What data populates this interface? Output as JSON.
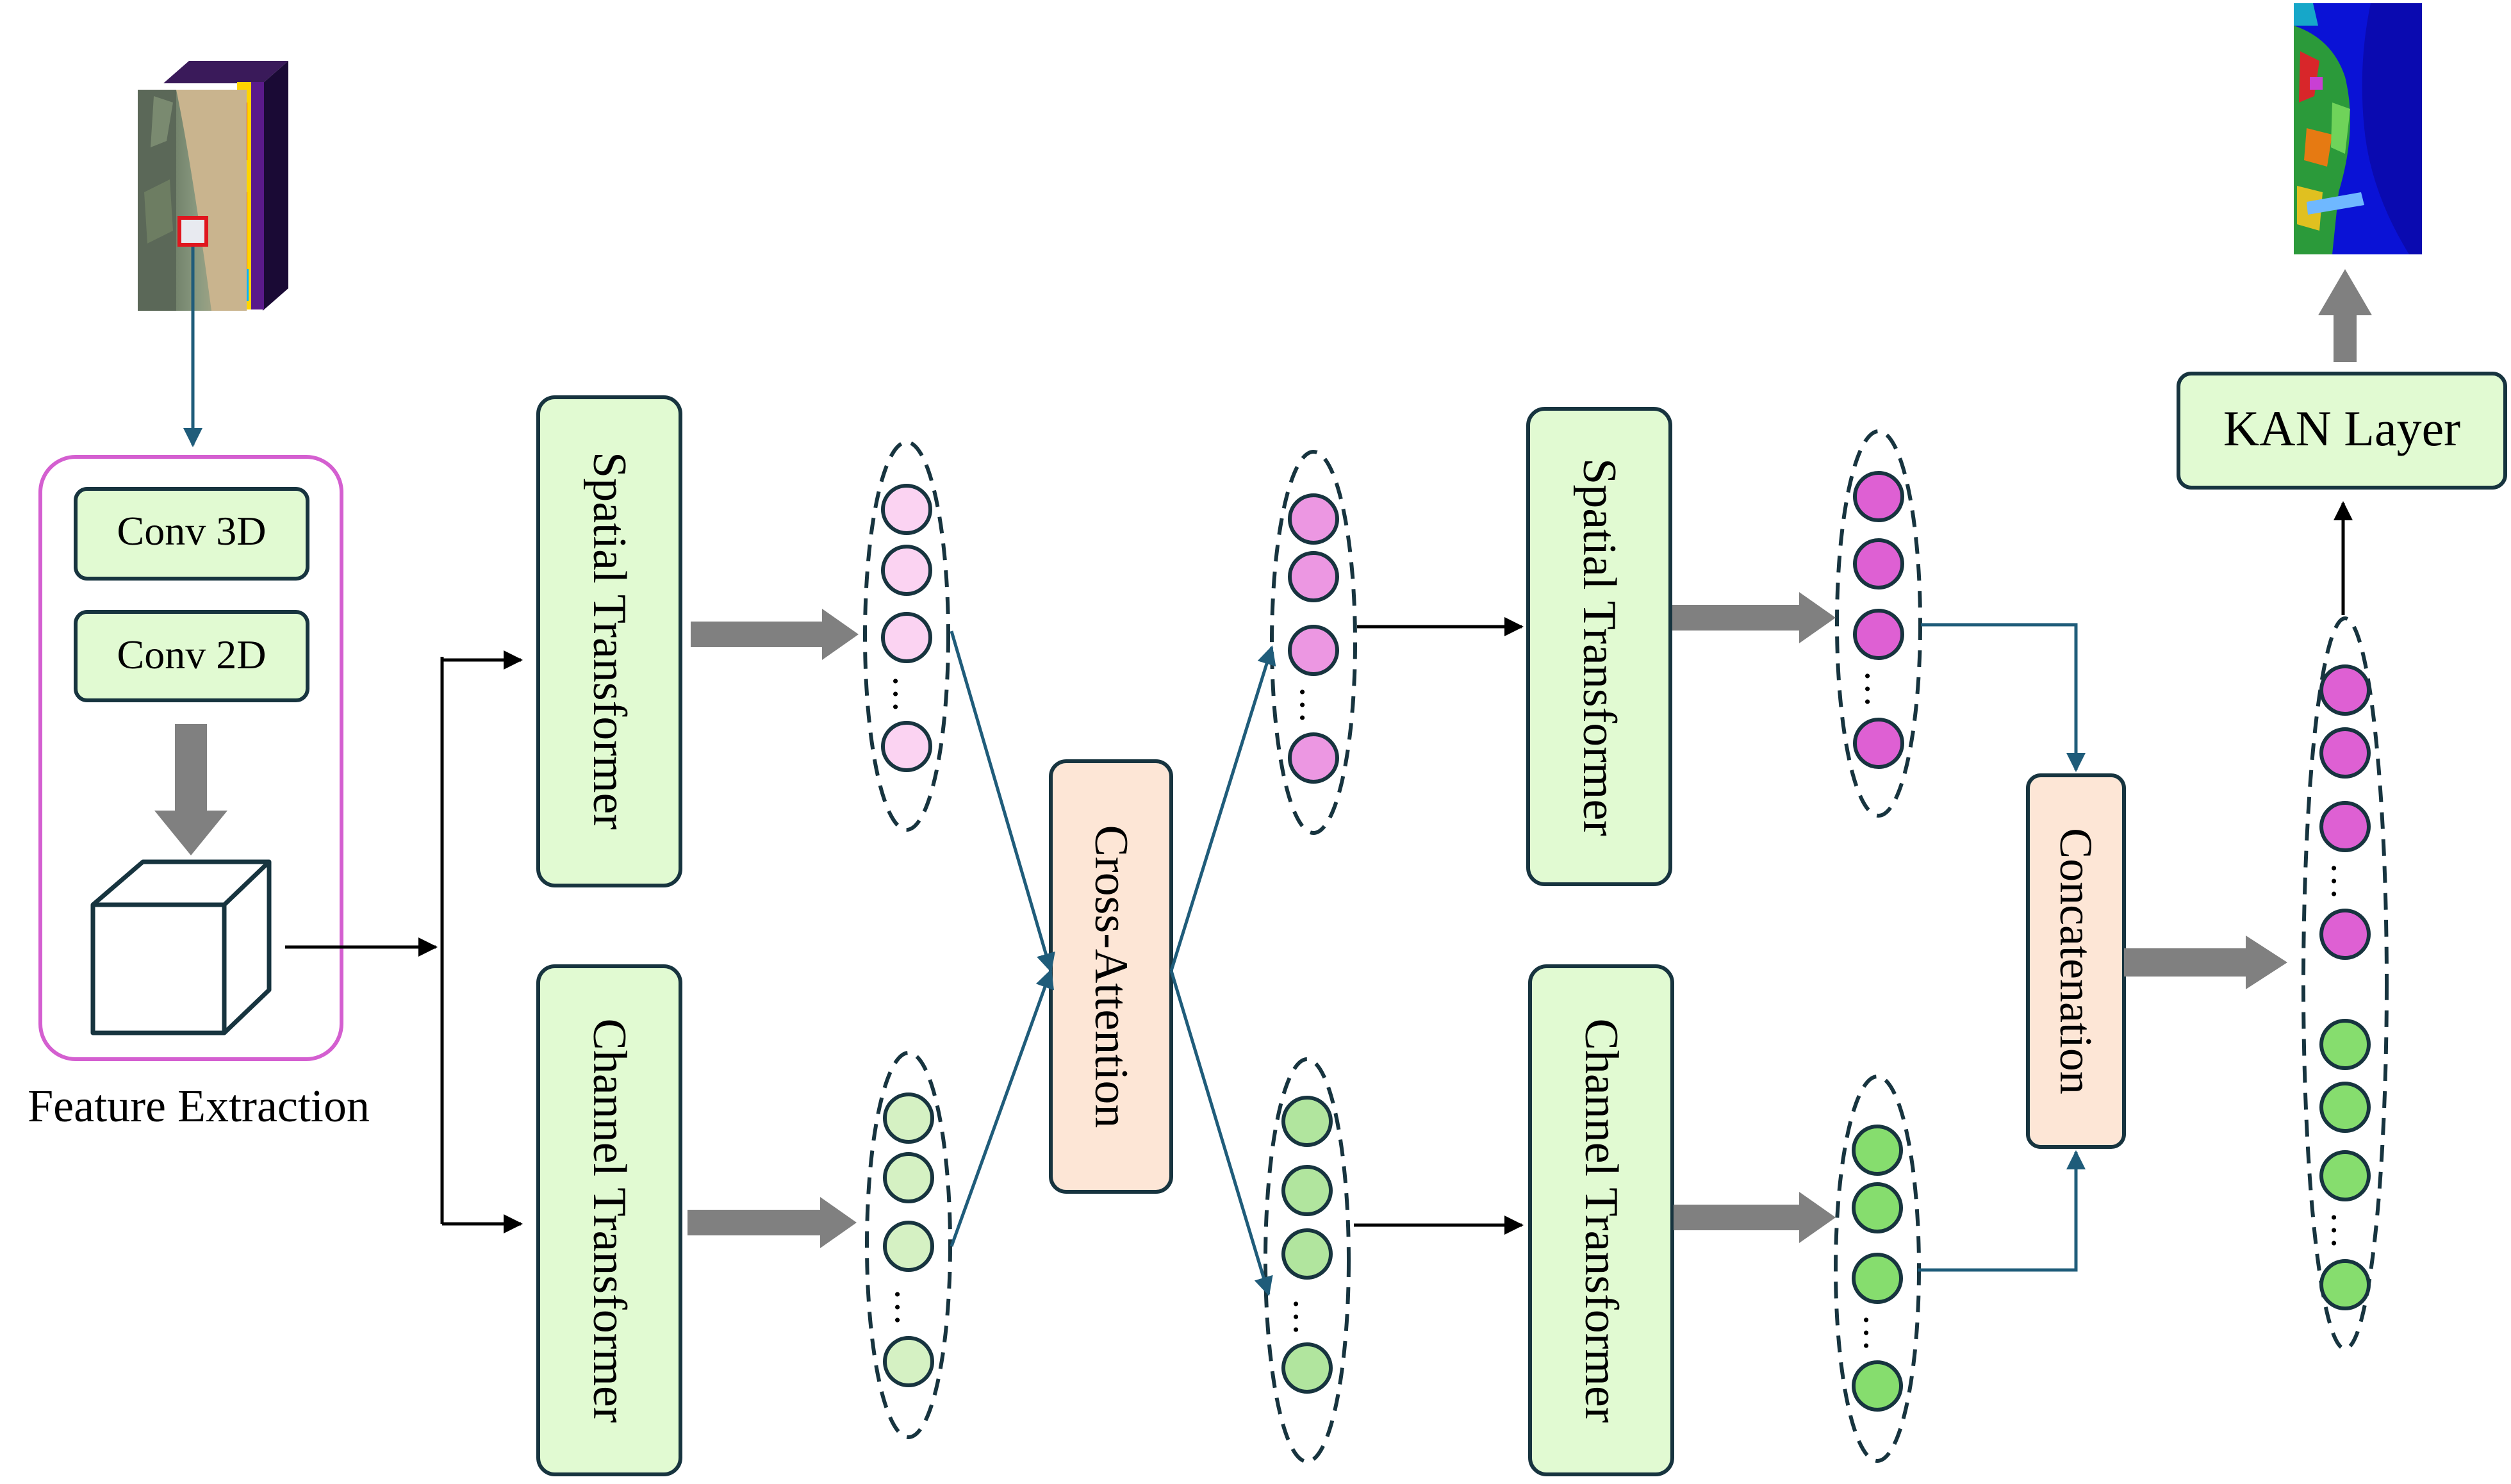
{
  "feature_extraction": {
    "label": "Feature Extraction",
    "conv3d": "Conv 3D",
    "conv2d": "Conv 2D"
  },
  "blocks": {
    "spatial_transformer": "Spatial Transformer",
    "channel_transformer": "Channel Transformer",
    "cross_attention": "Cross-Attention",
    "concatenation": "Concatenation",
    "kan_layer": "KAN Layer"
  },
  "ellipsis": "…",
  "colors": {
    "green_box_fill": "#e1fad2",
    "orange_box_fill": "#fde6d6",
    "pink_light": "#fbd3f2",
    "pink_mid": "#ec97e2",
    "pink_strong": "#de60d3",
    "green_light": "#d5f1c3",
    "green_mid": "#b1e59e",
    "green_strong": "#86dd6e",
    "feature_frame": "#d45fd0",
    "teal_arrow": "#1f5c7a",
    "gray_arrow": "#808080"
  }
}
